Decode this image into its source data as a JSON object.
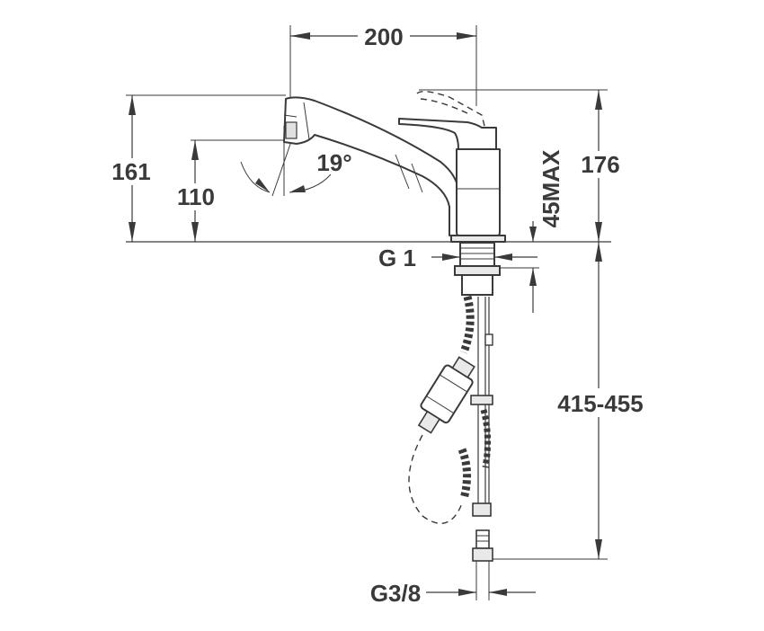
{
  "dimensions": {
    "width_spout": "200",
    "height_spout_tip": "161",
    "height_aerator": "110",
    "angle": "19°",
    "height_total": "176",
    "max_deck": "45MAX",
    "thread_body": "G 1",
    "hose_length": "415-455",
    "thread_supply": "G3/8"
  },
  "colors": {
    "line": "#3a3a3a",
    "background": "#ffffff",
    "body_fill": "#e9e9e9"
  }
}
